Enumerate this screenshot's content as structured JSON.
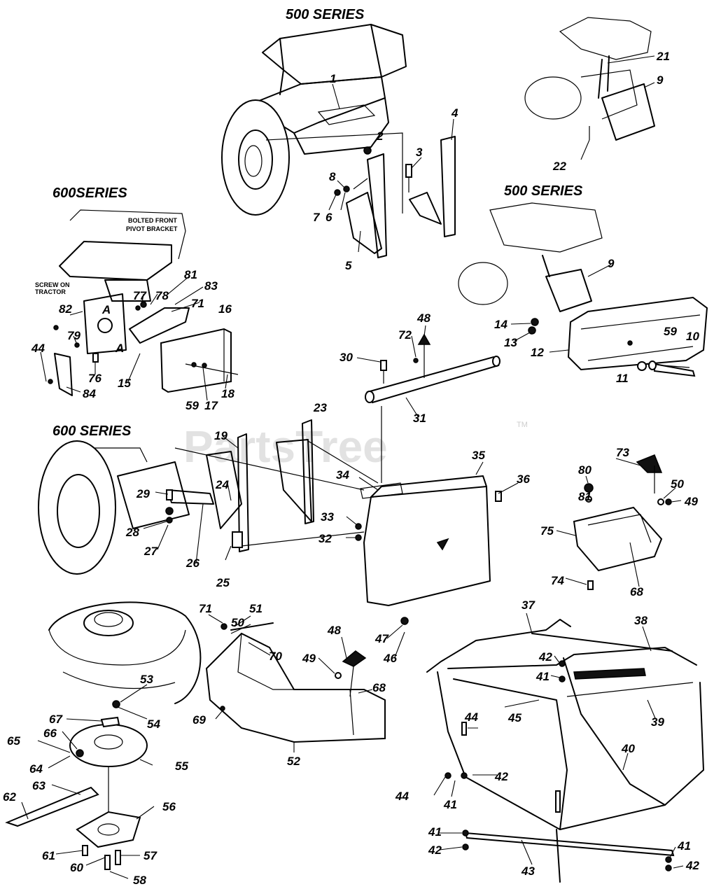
{
  "series_labels": [
    "500 SERIES",
    "600SERIES",
    "500 SERIES",
    "600 SERIES"
  ],
  "notes": [
    "BOLTED FRONT",
    "PIVOT BRACKET",
    "SCREW ON",
    "TRACTOR",
    "A",
    "A"
  ],
  "watermark": "PartsTree",
  "watermark_tm": "TM",
  "callouts": [
    "1",
    "2",
    "3",
    "4",
    "5",
    "6",
    "7",
    "8",
    "21",
    "9",
    "22",
    "9",
    "14",
    "13",
    "12",
    "59",
    "11",
    "10",
    "44",
    "84",
    "76",
    "15",
    "59",
    "17",
    "18",
    "16",
    "82",
    "79",
    "77",
    "78",
    "81",
    "83",
    "71",
    "30",
    "72",
    "48",
    "31",
    "23",
    "19",
    "24",
    "29",
    "28",
    "27",
    "26",
    "25",
    "33",
    "32",
    "34",
    "35",
    "36",
    "73",
    "80",
    "81",
    "50",
    "49",
    "75",
    "74",
    "68",
    "71",
    "51",
    "50",
    "70",
    "53",
    "54",
    "67",
    "66",
    "65",
    "64",
    "63",
    "55",
    "62",
    "56",
    "61",
    "60",
    "57",
    "58",
    "48",
    "49",
    "68",
    "69",
    "52",
    "47",
    "46",
    "37",
    "38",
    "42",
    "41",
    "45",
    "39",
    "44",
    "40",
    "44",
    "42",
    "41",
    "41",
    "42",
    "43",
    "41",
    "42"
  ]
}
